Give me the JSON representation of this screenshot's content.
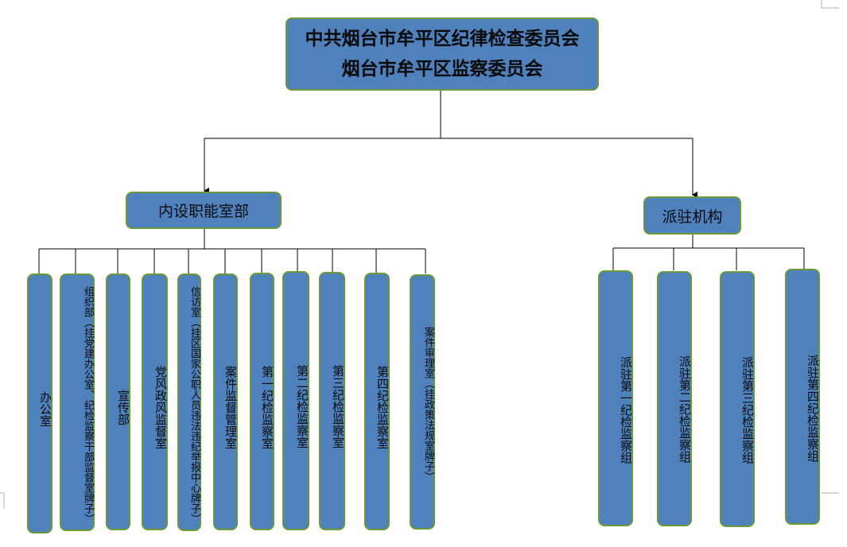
{
  "root": {
    "line1": "中共烟台市牟平区纪律检查委员会",
    "line2": "烟台市牟平区监察委员会"
  },
  "groups": {
    "internal": "内设职能室部",
    "dispatched": "派驻机构"
  },
  "internal_departments": [
    "办公室",
    "组织部（挂党建办公室、纪检监察干部监督室牌子）",
    "宣传部",
    "党风政风监督室",
    "信访室（挂区国家公职人员违法违纪举报中心牌子）",
    "案件监督管理室",
    "第一纪检监察室",
    "第二纪检监察室",
    "第三纪检监察室",
    "第四纪检监察室",
    "案件审理室（挂政策法规室牌子）"
  ],
  "dispatched_units": [
    "派驻第一纪检监察组",
    "派驻第二纪检监察组",
    "派驻第三纪检监察组",
    "派驻第四纪检监察组"
  ],
  "colors": {
    "box_fill": "#4f81bd",
    "box_border": "#6b9a3a",
    "line": "#000000"
  }
}
